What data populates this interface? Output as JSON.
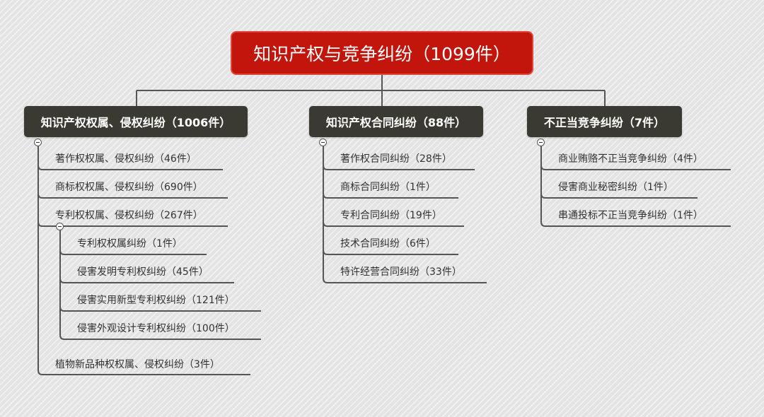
{
  "root": {
    "label": "知识产权与竞争纠纷（1099件）"
  },
  "branches": [
    {
      "label": "知识产权权属、侵权纠纷（1006件）",
      "children": [
        {
          "label": "著作权权属、侵权纠纷（46件）"
        },
        {
          "label": "商标权权属、侵权纠纷（690件）"
        },
        {
          "label": "专利权权属、侵权纠纷（267件）",
          "children": [
            {
              "label": "专利权权属纠纷（1件）"
            },
            {
              "label": "侵害发明专利权纠纷（45件）"
            },
            {
              "label": "侵害实用新型专利权纠纷（121件）"
            },
            {
              "label": "侵害外观设计专利权纠纷（100件）"
            }
          ]
        },
        {
          "label": "植物新品种权权属、侵权纠纷（3件）"
        }
      ]
    },
    {
      "label": "知识产权合同纠纷（88件）",
      "children": [
        {
          "label": "著作权合同纠纷（28件）"
        },
        {
          "label": "商标合同纠纷（1件）"
        },
        {
          "label": "专利合同纠纷（19件）"
        },
        {
          "label": "技术合同纠纷（6件）"
        },
        {
          "label": "特许经营合同纠纷（33件）"
        }
      ]
    },
    {
      "label": "不正当竞争纠纷（7件）",
      "children": [
        {
          "label": "商业贿赂不正当竞争纠纷（4件）"
        },
        {
          "label": "侵害商业秘密纠纷（1件）"
        },
        {
          "label": "串通投标不正当竞争纠纷（1件）"
        }
      ]
    }
  ],
  "colors": {
    "root": "#c2150c",
    "branch": "#3a3a33",
    "line": "#555555",
    "background": "#e3e3e3"
  },
  "icons": {
    "collapse": "minus-circle-icon"
  }
}
